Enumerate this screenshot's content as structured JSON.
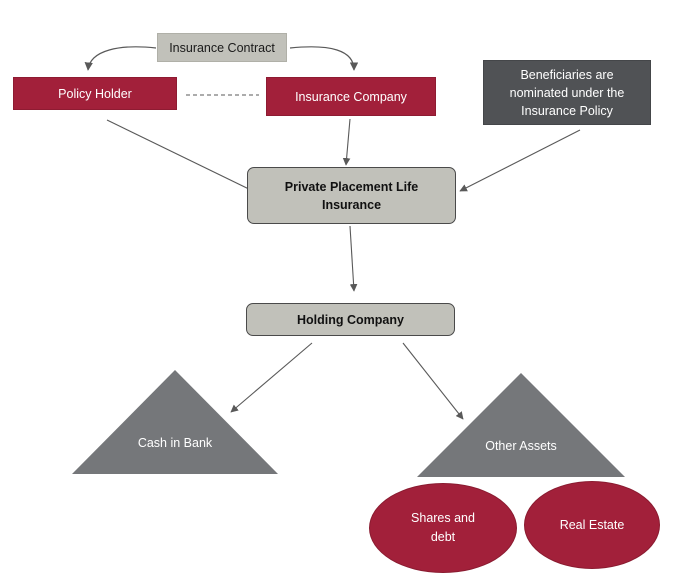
{
  "contract": {
    "label": "Insurance Contract"
  },
  "policy_holder": {
    "label": "Policy Holder"
  },
  "insurance_company": {
    "label": "Insurance Company"
  },
  "beneficiaries": {
    "line1": "Beneficiaries are",
    "line2": "nominated under the",
    "line3": "Insurance Policy"
  },
  "ppli": {
    "line1": "Private Placement Life",
    "line2": "Insurance"
  },
  "holding": {
    "label": "Holding Company"
  },
  "cash": {
    "label": "Cash in Bank"
  },
  "other_assets": {
    "label": "Other Assets"
  },
  "shares": {
    "line1": "Shares and",
    "line2": "debt"
  },
  "real_estate": {
    "label": "Real Estate"
  },
  "colors": {
    "red": "#a2203a",
    "light_gray": "#c1c1ba",
    "dark_gray": "#505255",
    "triangle_gray": "#75777a",
    "arrow": "#595959"
  }
}
